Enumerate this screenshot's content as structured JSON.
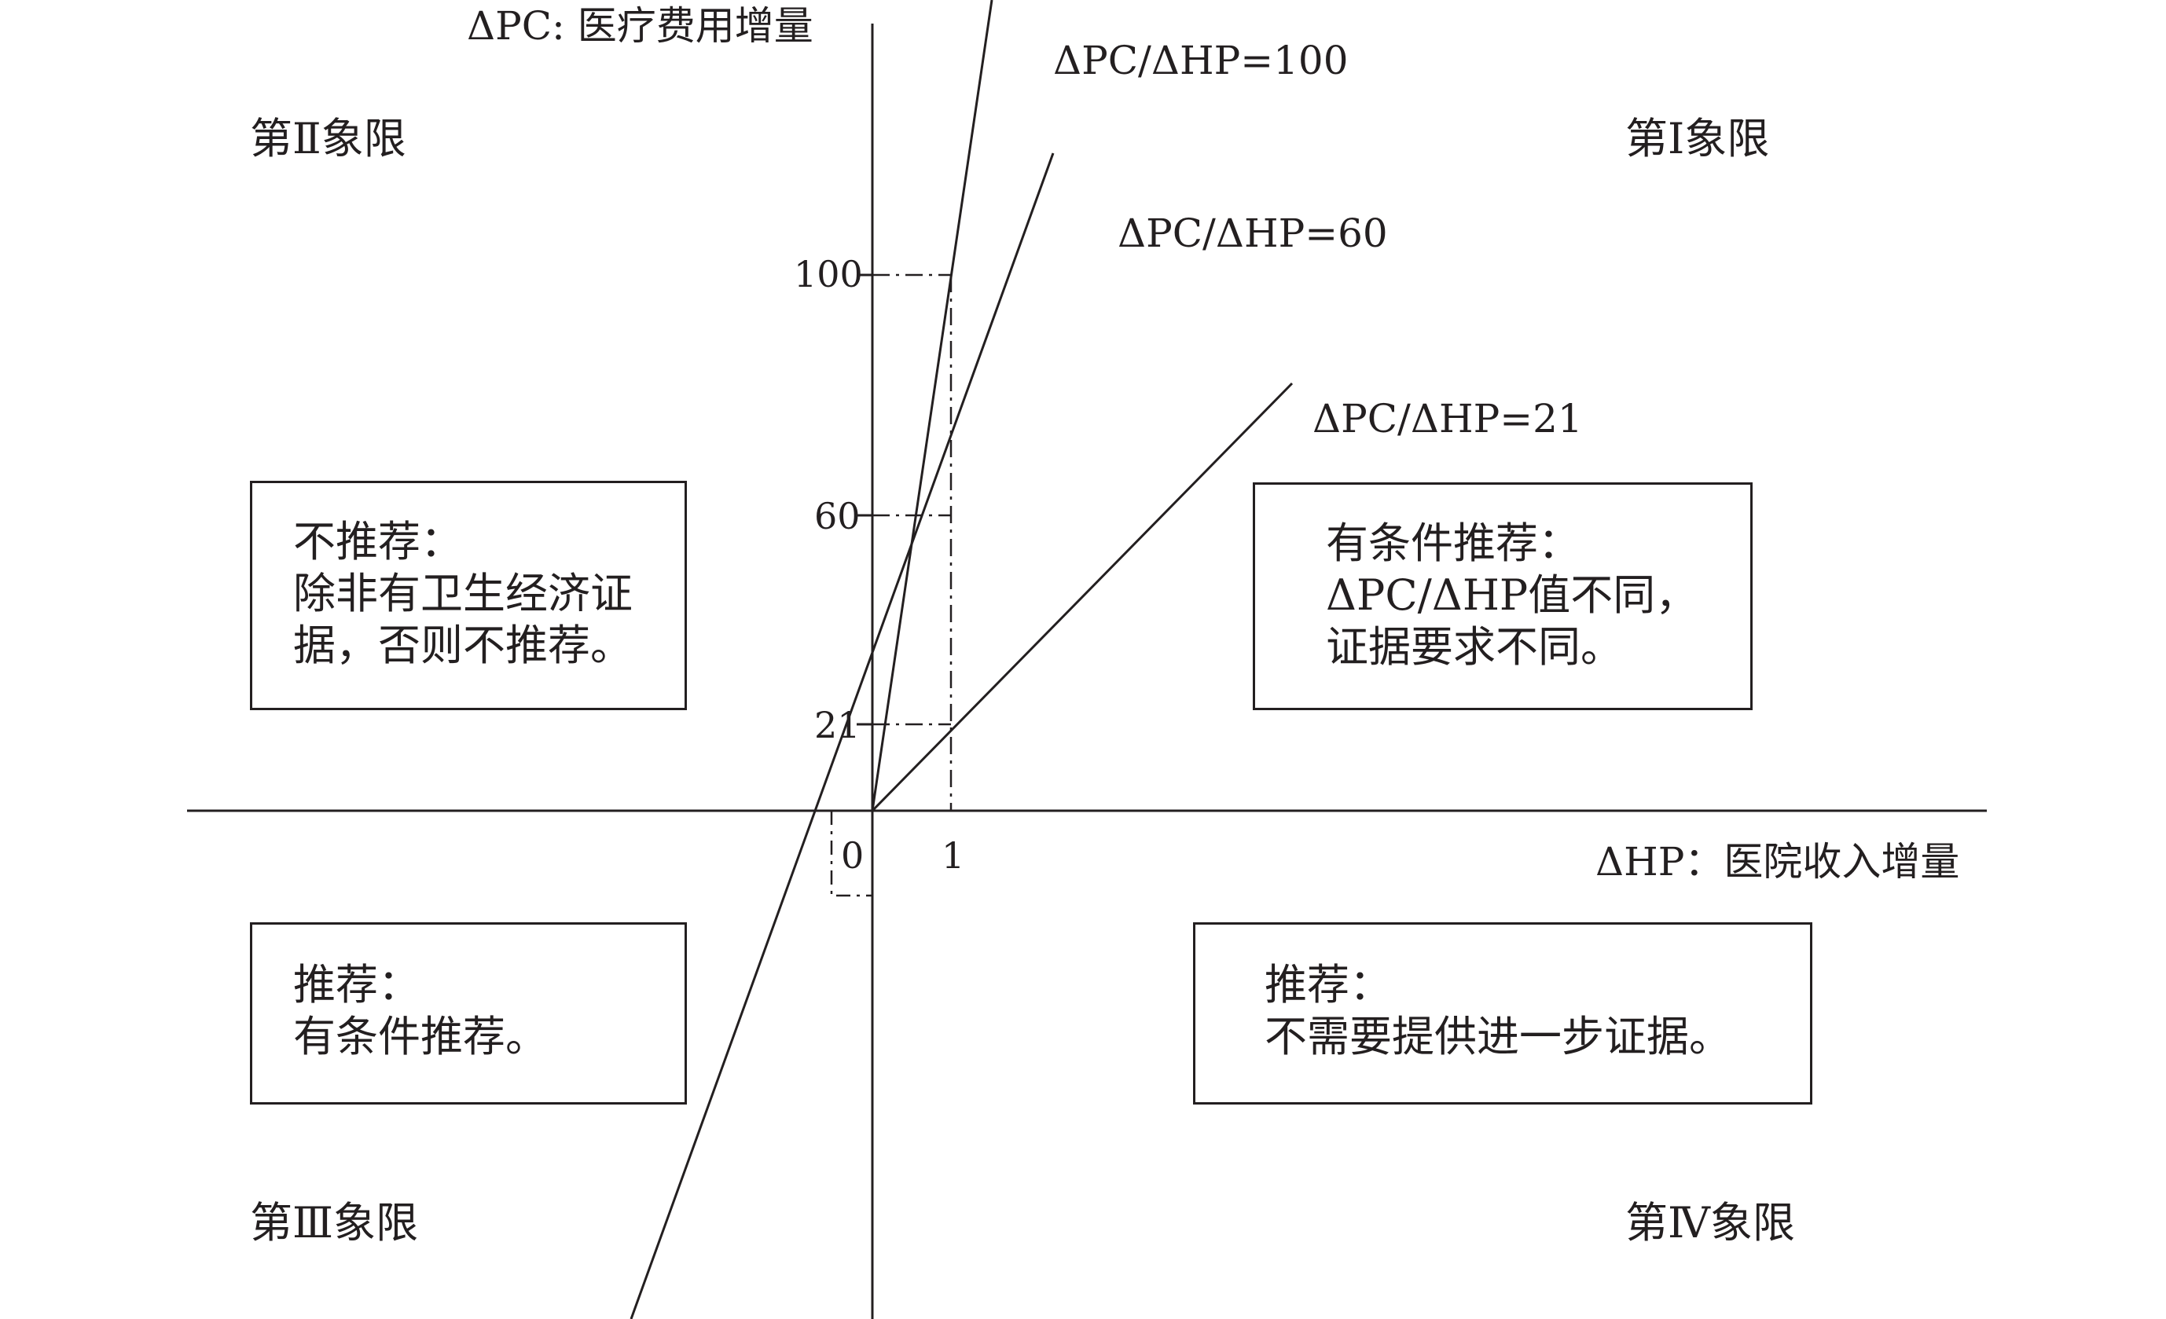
{
  "axes": {
    "y_label": "ΔPC: 医疗费用增量",
    "x_label": "ΔHP：医院收入增量",
    "origin_label": "0",
    "x_ticks": [
      "1"
    ],
    "y_ticks": [
      "100",
      "60",
      "21"
    ]
  },
  "quadrants": {
    "q1": "第Ⅰ象限",
    "q2": "第Ⅱ象限",
    "q3": "第Ⅲ象限",
    "q4": "第Ⅳ象限"
  },
  "ratio_lines": [
    {
      "label": "ΔPC/ΔHP=100",
      "slope": 100
    },
    {
      "label": "ΔPC/ΔHP=60",
      "slope": 60
    },
    {
      "label": "ΔPC/ΔHP=21",
      "slope": 21
    }
  ],
  "boxes": {
    "q2": {
      "lines": [
        "不推荐：",
        "除非有卫生经济证",
        "据，否则不推荐。"
      ]
    },
    "q1": {
      "lines": [
        "有条件推荐：",
        "ΔPC/ΔHP值不同，",
        "证据要求不同。"
      ]
    },
    "q3": {
      "lines": [
        "推荐：",
        "有条件推荐。"
      ]
    },
    "q4": {
      "lines": [
        "推荐：",
        "不需要提供进一步证据。"
      ]
    }
  },
  "colors": {
    "ink": "#231f20",
    "background": "#ffffff"
  }
}
